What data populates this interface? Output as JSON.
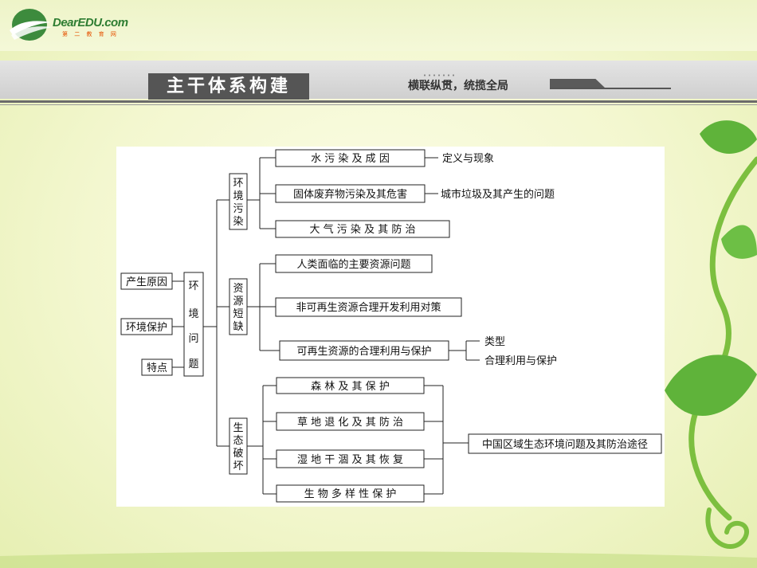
{
  "logo": {
    "brand": "DearEDU.com",
    "tagline": "第 二 教 育 网"
  },
  "header": {
    "title": "主干体系构建",
    "subtitle": "横联纵贯，统揽全局"
  },
  "diagram": {
    "left_nodes": [
      "产生原因",
      "环境保护",
      "特点"
    ],
    "center": [
      "环",
      "境",
      "问",
      "题"
    ],
    "groups": [
      {
        "title": [
          "环",
          "境",
          "污",
          "染"
        ],
        "items": [
          "水 污 染 及 成 因",
          "固体废弃物污染及其危害",
          "大 气 污 染 及 其 防 治"
        ],
        "notes": [
          "定义与现象",
          "城市垃圾及其产生的问题"
        ]
      },
      {
        "title": [
          "资",
          "源",
          "短",
          "缺"
        ],
        "items": [
          "人类面临的主要资源问题",
          "非可再生资源合理开发利用对策",
          "可再生资源的合理利用与保护"
        ],
        "notes": [
          "类型",
          "合理利用与保护"
        ]
      },
      {
        "title": [
          "生",
          "态",
          "破",
          "坏"
        ],
        "items": [
          "森 林 及 其 保 护",
          "草 地 退 化 及 其 防 治",
          "湿 地 干 涸 及 其 恢 复",
          "生 物 多 样 性 保 护"
        ],
        "notes": [
          "中国区域生态环境问题及其防治途径"
        ]
      }
    ]
  }
}
